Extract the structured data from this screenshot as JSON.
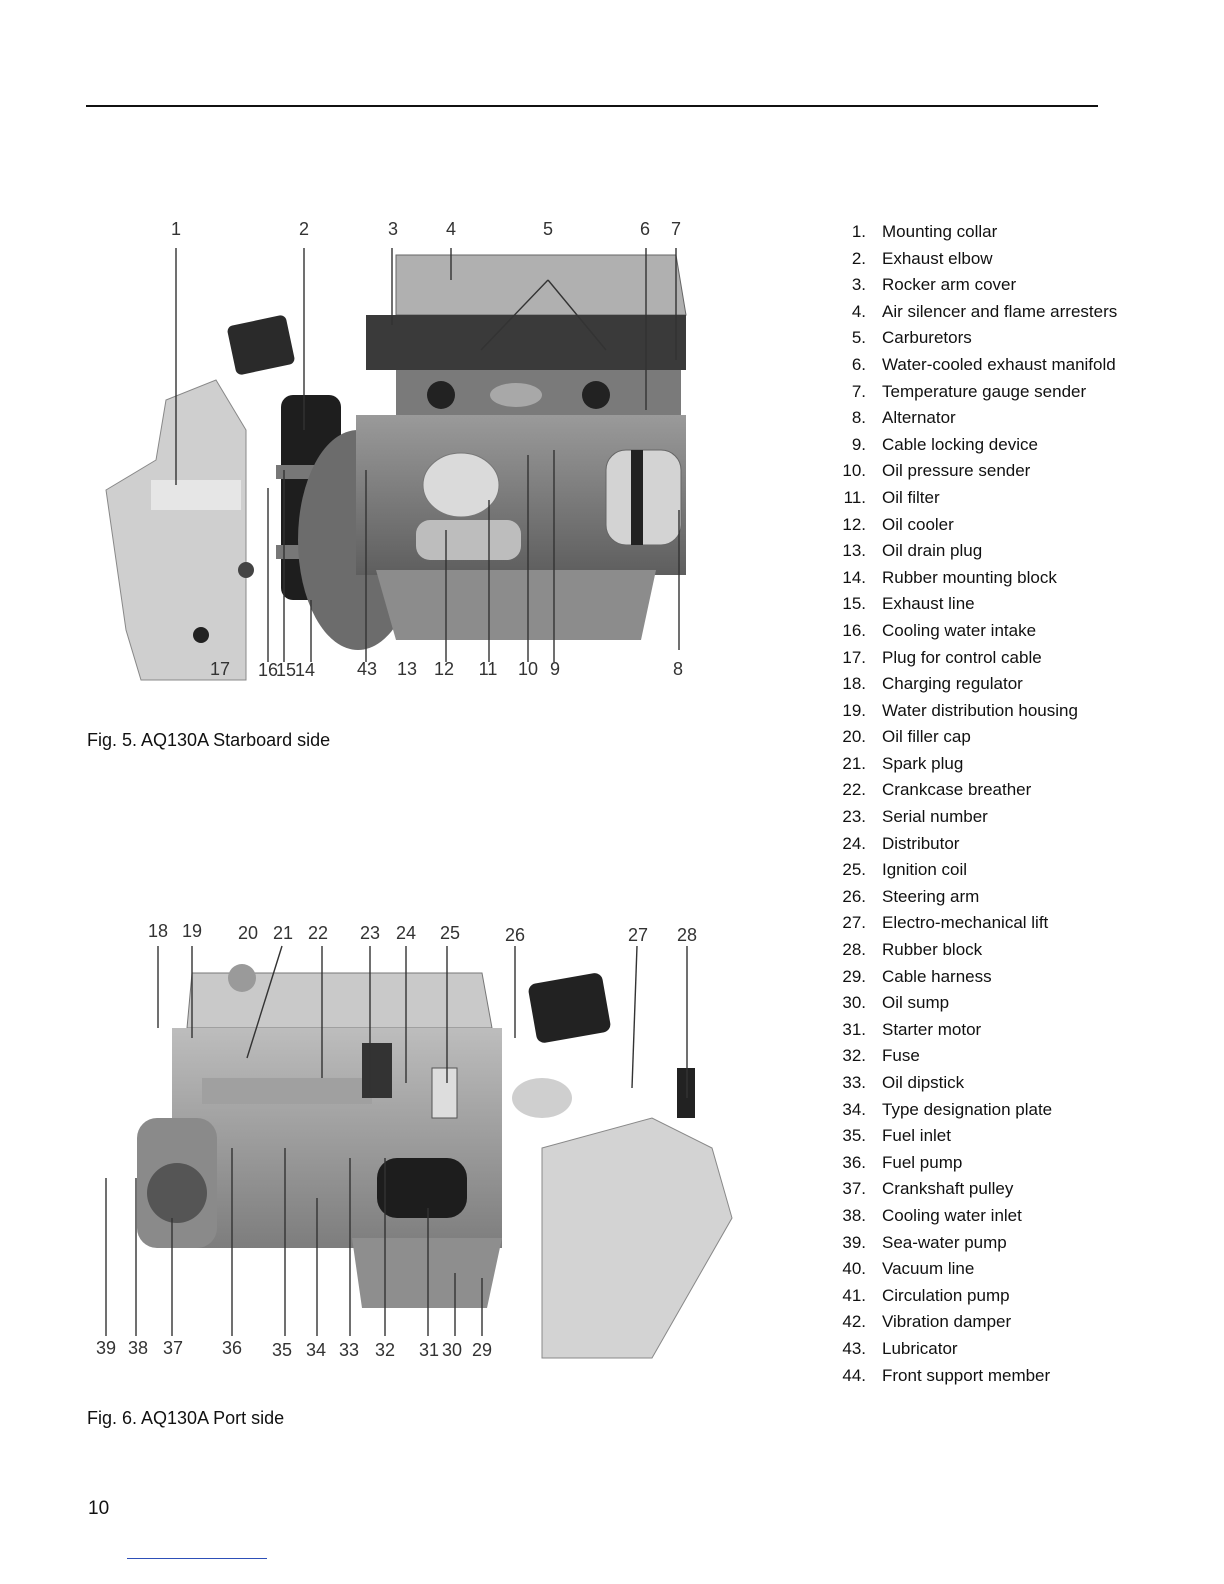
{
  "figure1": {
    "caption": "Fig. 5. AQ130A Starboard side",
    "callouts": [
      "1",
      "2",
      "3",
      "4",
      "5",
      "6",
      "7",
      "17",
      "16",
      "15",
      "14",
      "43",
      "13",
      "12",
      "11",
      "10",
      "9",
      "8"
    ]
  },
  "figure2": {
    "caption": "Fig. 6. AQ130A Port side",
    "callouts": [
      "18",
      "19",
      "20",
      "21",
      "22",
      "23",
      "24",
      "25",
      "26",
      "27",
      "28",
      "39",
      "38",
      "37",
      "36",
      "35",
      "34",
      "33",
      "32",
      "31",
      "30",
      "29"
    ]
  },
  "legend": [
    {
      "num": "1.",
      "text": "Mounting collar"
    },
    {
      "num": "2.",
      "text": "Exhaust elbow"
    },
    {
      "num": "3.",
      "text": "Rocker arm cover"
    },
    {
      "num": "4.",
      "text": "Air silencer and flame arresters"
    },
    {
      "num": "5.",
      "text": "Carburetors"
    },
    {
      "num": "6.",
      "text": "Water-cooled exhaust manifold"
    },
    {
      "num": "7.",
      "text": "Temperature gauge sender"
    },
    {
      "num": "8.",
      "text": "Alternator"
    },
    {
      "num": "9.",
      "text": "Cable locking device"
    },
    {
      "num": "10.",
      "text": "Oil pressure sender"
    },
    {
      "num": "11.",
      "text": "Oil filter"
    },
    {
      "num": "12.",
      "text": "Oil cooler"
    },
    {
      "num": "13.",
      "text": "Oil drain plug"
    },
    {
      "num": "14.",
      "text": "Rubber mounting block"
    },
    {
      "num": "15.",
      "text": "Exhaust line"
    },
    {
      "num": "16.",
      "text": "Cooling water intake"
    },
    {
      "num": "17.",
      "text": "Plug for control cable"
    },
    {
      "num": "18.",
      "text": "Charging regulator"
    },
    {
      "num": "19.",
      "text": "Water distribution housing"
    },
    {
      "num": "20.",
      "text": "Oil filler cap"
    },
    {
      "num": "21.",
      "text": "Spark plug"
    },
    {
      "num": "22.",
      "text": "Crankcase breather"
    },
    {
      "num": "23.",
      "text": "Serial number"
    },
    {
      "num": "24.",
      "text": "Distributor"
    },
    {
      "num": "25.",
      "text": "Ignition coil"
    },
    {
      "num": "26.",
      "text": "Steering arm"
    },
    {
      "num": "27.",
      "text": "Electro-mechanical lift"
    },
    {
      "num": "28.",
      "text": "Rubber block"
    },
    {
      "num": "29.",
      "text": "Cable harness"
    },
    {
      "num": "30.",
      "text": "Oil sump"
    },
    {
      "num": "31.",
      "text": "Starter motor"
    },
    {
      "num": "32.",
      "text": "Fuse"
    },
    {
      "num": "33.",
      "text": "Oil dipstick"
    },
    {
      "num": "34.",
      "text": "Type designation plate"
    },
    {
      "num": "35.",
      "text": "Fuel inlet"
    },
    {
      "num": "36.",
      "text": "Fuel pump"
    },
    {
      "num": "37.",
      "text": "Crankshaft pulley"
    },
    {
      "num": "38.",
      "text": "Cooling water inlet"
    },
    {
      "num": "39.",
      "text": "Sea-water pump"
    },
    {
      "num": "40.",
      "text": "Vacuum line"
    },
    {
      "num": "41.",
      "text": "Circulation pump"
    },
    {
      "num": "42.",
      "text": "Vibration damper"
    },
    {
      "num": "43.",
      "text": "Lubricator"
    },
    {
      "num": "44.",
      "text": "Front support member"
    }
  ],
  "page_number": "10"
}
